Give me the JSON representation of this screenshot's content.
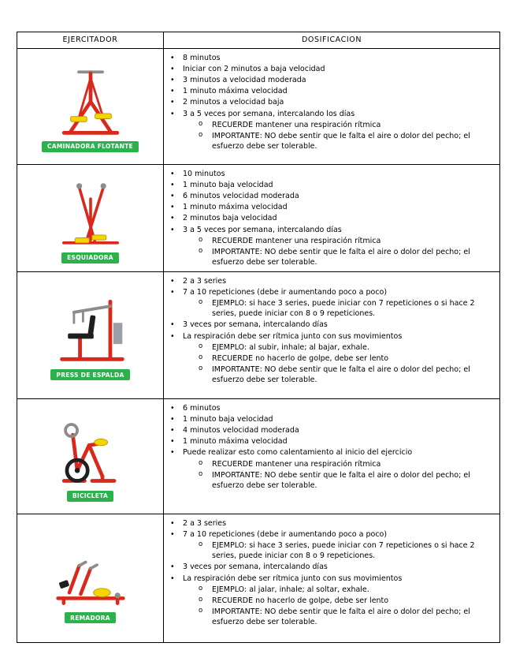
{
  "page": {
    "background": "#ffffff"
  },
  "colors": {
    "badge_green": "#2bb24c",
    "machine_red": "#d9291c",
    "machine_yellow": "#f5d400",
    "border_black": "#000000"
  },
  "table": {
    "headers": [
      "EJERCITADOR",
      "DOSIFICACION"
    ],
    "rows": [
      {
        "label": "CAMINADORA FLOTANTE",
        "icon": "air-walker-machine-icon",
        "items": [
          {
            "level": 1,
            "text": "8 minutos"
          },
          {
            "level": 1,
            "text": "Iniciar con 2 minutos a baja velocidad"
          },
          {
            "level": 1,
            "text": "3 minutos a velocidad moderada"
          },
          {
            "level": 1,
            "text": "1 minuto máxima velocidad"
          },
          {
            "level": 1,
            "text": "2 minutos a velocidad baja"
          },
          {
            "level": 1,
            "text": "3 a 5 veces por semana, intercalando los días"
          },
          {
            "level": 2,
            "text": "RECUERDE mantener una respiración rítmica"
          },
          {
            "level": 2,
            "text": "IMPORTANTE: NO debe sentir que le falta el aire o dolor del pecho; el esfuerzo debe ser tolerable."
          }
        ]
      },
      {
        "label": "ESQUIADORA",
        "icon": "ski-machine-icon",
        "items": [
          {
            "level": 1,
            "text": "10 minutos"
          },
          {
            "level": 1,
            "text": "1 minuto baja velocidad"
          },
          {
            "level": 1,
            "text": "6 minutos velocidad moderada"
          },
          {
            "level": 1,
            "text": "1 minuto máxima velocidad"
          },
          {
            "level": 1,
            "text": "2 minutos baja velocidad"
          },
          {
            "level": 1,
            "text": "3 a 5 veces por semana, intercalando días"
          },
          {
            "level": 2,
            "text": "RECUERDE mantener una respiración rítmica"
          },
          {
            "level": 2,
            "text": "IMPORTANTE: NO debe sentir que le falta el aire o dolor del pecho; el esfuerzo debe ser tolerable."
          }
        ]
      },
      {
        "label": "PRESS DE ESPALDA",
        "icon": "back-press-machine-icon",
        "items": [
          {
            "level": 1,
            "text": "2 a 3 series"
          },
          {
            "level": 1,
            "text": "7 a 10 repeticiones (debe ir aumentando poco a poco)"
          },
          {
            "level": 2,
            "text": "EJEMPLO: si hace 3 series, puede iniciar con 7 repeticiones o si hace 2 series, puede iniciar con 8 o 9 repeticiones."
          },
          {
            "level": 1,
            "text": "3 veces por semana, intercalando días"
          },
          {
            "level": 1,
            "text": "La respiración debe ser rítmica junto con sus movimientos"
          },
          {
            "level": 2,
            "text": "EJEMPLO: al subir, inhale; al bajar, exhale."
          },
          {
            "level": 2,
            "text": "RECUERDE no hacerlo de golpe, debe ser lento"
          },
          {
            "level": 2,
            "text": "IMPORTANTE: NO debe sentir que le falta el aire o dolor del pecho; el esfuerzo debe ser tolerable."
          }
        ]
      },
      {
        "label": "BICICLETA",
        "icon": "exercise-bike-icon",
        "items": [
          {
            "level": 1,
            "text": "6 minutos"
          },
          {
            "level": 1,
            "text": "1 minuto baja velocidad"
          },
          {
            "level": 1,
            "text": "4 minutos velocidad moderada"
          },
          {
            "level": 1,
            "text": "1 minuto máxima velocidad"
          },
          {
            "level": 1,
            "text": "Puede realizar esto como calentamiento al inicio del ejercicio"
          },
          {
            "level": 2,
            "text": "RECUERDE mantener una respiración rítmica"
          },
          {
            "level": 2,
            "text": "IMPORTANTE: NO debe sentir que le falta el aire o dolor del pecho; el esfuerzo debe ser tolerable."
          }
        ]
      },
      {
        "label": "REMADORA",
        "icon": "rowing-machine-icon",
        "items": [
          {
            "level": 1,
            "text": "2 a 3 series"
          },
          {
            "level": 1,
            "text": "7 a 10 repeticiones (debe ir aumentando poco a poco)"
          },
          {
            "level": 2,
            "text": "EJEMPLO: si hace 3 series, puede iniciar con 7 repeticiones o si hace 2 series, puede iniciar con 8 o 9 repeticiones."
          },
          {
            "level": 1,
            "text": "3 veces por semana, intercalando días"
          },
          {
            "level": 1,
            "text": "La respiración debe ser rítmica junto con sus movimientos"
          },
          {
            "level": 2,
            "text": "EJEMPLO: al jalar, inhale; al soltar, exhale."
          },
          {
            "level": 2,
            "text": "RECUERDE no hacerlo de golpe, debe ser lento"
          },
          {
            "level": 2,
            "text": "IMPORTANTE: NO debe sentir que le falta el aire o dolor del pecho; el esfuerzo debe ser tolerable."
          }
        ]
      }
    ]
  }
}
